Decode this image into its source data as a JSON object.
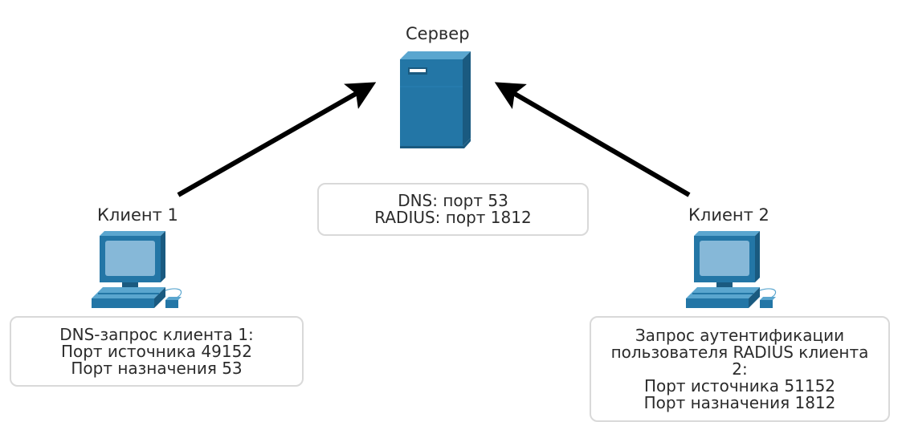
{
  "server": {
    "label": "Сервер"
  },
  "server_ports": {
    "line1": "DNS: порт 53",
    "line2": "RADIUS: порт 1812"
  },
  "client1": {
    "label": "Клиент 1",
    "line1": "DNS-запрос клиента 1:",
    "line2": "Порт источника 49152",
    "line3": "Порт назначения 53"
  },
  "client2": {
    "label": "Клиент 2",
    "line1": "Запрос аутентификации",
    "line2": "пользователя RADIUS клиента",
    "line3": "2:",
    "line4": "Порт источника 51152",
    "line5": "Порт назначения 1812"
  },
  "colors": {
    "device_front": "#2376a6",
    "device_dark": "#1a5a80",
    "device_top": "#5aa6cf",
    "screen": "#86b8d8",
    "arrow": "#000000",
    "box_border": "#d9d9d9"
  },
  "icons": {
    "server": "server-icon",
    "pc": "pc-icon"
  }
}
